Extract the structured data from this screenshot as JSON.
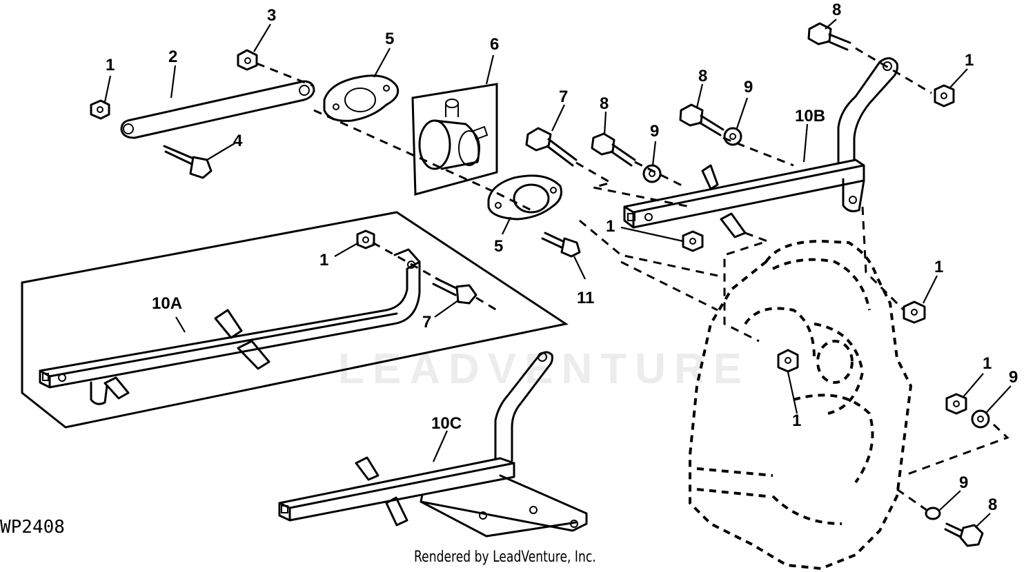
{
  "figure": {
    "id_label": "WP2408",
    "credit": "Rendered by LeadVenture, Inc.",
    "watermark": "LEADVENTURE"
  },
  "callouts": {
    "c1a": "1",
    "c2": "2",
    "c3": "3",
    "c4": "4",
    "c5a": "5",
    "c6": "6",
    "c7a": "7",
    "c8a": "8",
    "c9a": "9",
    "c8b": "8",
    "c10b": "10B",
    "c1b": "1",
    "c1c": "1",
    "c5b": "5",
    "c11": "11",
    "c1d": "1",
    "c10a": "10A",
    "c7b": "7",
    "c1e": "1",
    "c1f": "1",
    "c1g": "1",
    "c9b": "9",
    "c10c": "10C",
    "c9c": "9",
    "c8c": "8"
  }
}
